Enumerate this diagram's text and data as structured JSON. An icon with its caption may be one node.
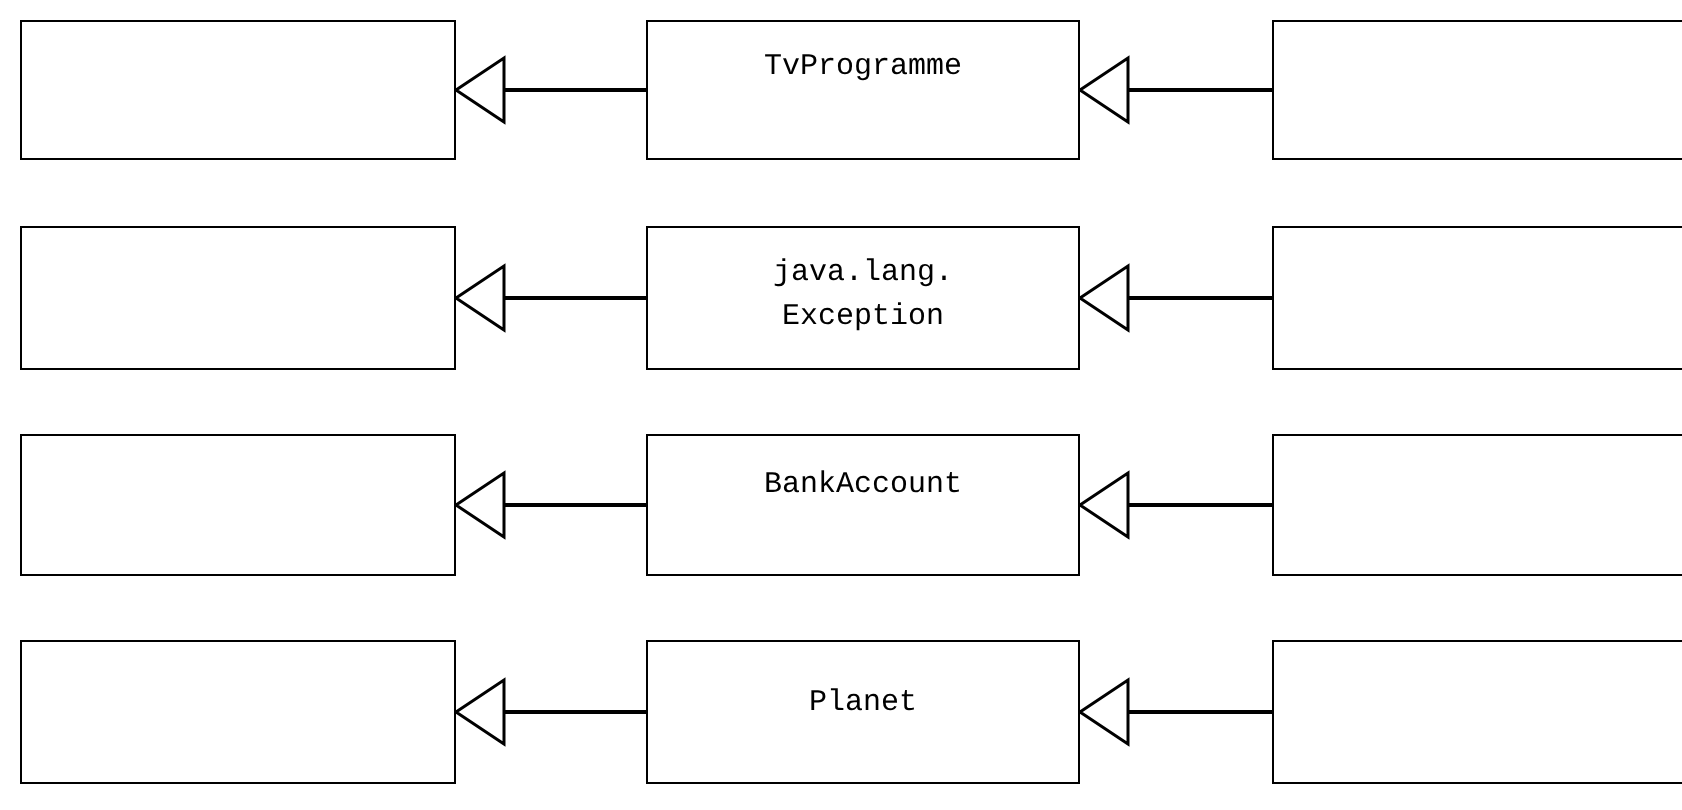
{
  "diagram": {
    "nodes": [
      {
        "text": [],
        "shape": "box"
      },
      {
        "text": [
          "TvProgramme"
        ]
      },
      {
        "text": [],
        "shape": "box"
      },
      {
        "text": [],
        "shape": "box"
      },
      {
        "text": [
          "java.lang. Exception"
        ]
      },
      {
        "text": [],
        "shape": "box"
      },
      {
        "text": [],
        "shape": "box"
      },
      {
        "text": [
          "BankAccount"
        ]
      },
      {
        "text": [],
        "shape": "box"
      },
      {
        "text": [],
        "shape": "box"
      },
      {
        "text": [
          "Planet"
        ]
      },
      {
        "text": [],
        "shape": "box"
      }
    ],
    "edges": [
      {
        "from": 1,
        "to": 0,
        "arrow": "to"
      },
      {
        "from": 2,
        "to": 1,
        "arrow": "to"
      },
      {
        "from": 4,
        "to": 3,
        "arrow": "to"
      },
      {
        "from": 5,
        "to": 4,
        "arrow": "to"
      },
      {
        "from": 7,
        "to": 6,
        "arrow": "to"
      },
      {
        "from": 8,
        "to": 7,
        "arrow": "to"
      },
      {
        "from": 10,
        "to": 9,
        "arrow": "to"
      },
      {
        "from": 11,
        "to": 10,
        "arrow": "to"
      }
    ]
  }
}
